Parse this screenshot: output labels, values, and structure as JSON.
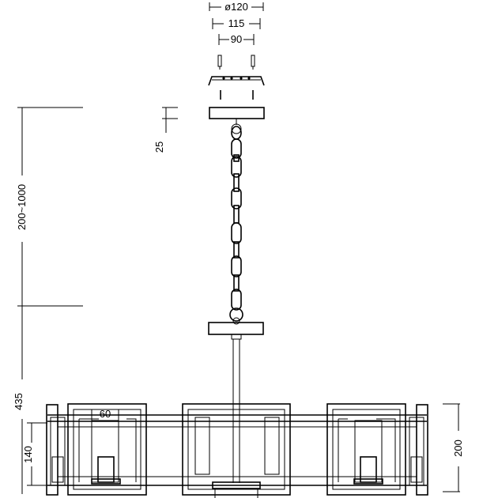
{
  "dimensions": {
    "canopy_outer_diameter": "ø120",
    "canopy_mid_width": "115",
    "canopy_screw_spacing": "90",
    "canopy_height": "25",
    "chain_length_range": "200~1000",
    "total_height": "435",
    "shade_width": "60",
    "shade_height": "140",
    "drum_height": "200"
  },
  "colors": {
    "line": "#000000",
    "background": "#ffffff"
  }
}
